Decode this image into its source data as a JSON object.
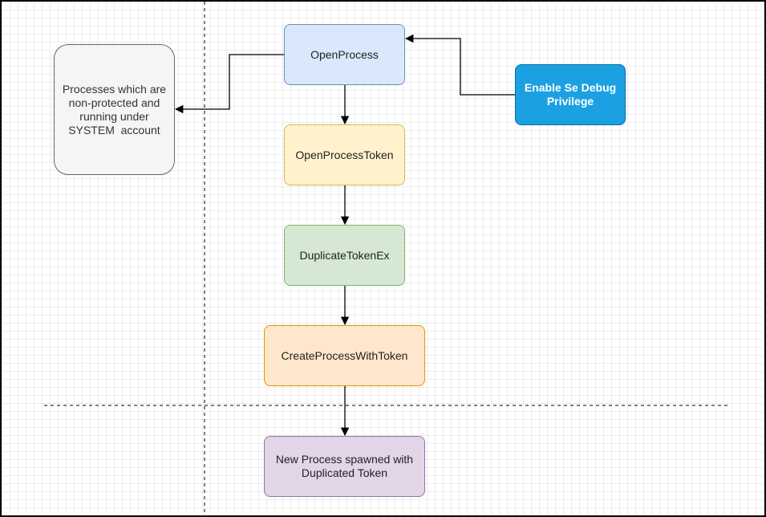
{
  "nodes": {
    "open_process": "OpenProcess",
    "open_process_token": "OpenProcessToken",
    "duplicate_token_ex": "DuplicateTokenEx",
    "create_process_with_token": "CreateProcessWithToken",
    "new_process": "New Process spawned with Duplicated Token",
    "target_processes": "Processes which are non-protected and running under SYSTEM  account",
    "enable_se_debug": "Enable Se Debug Privilege"
  },
  "colors": {
    "open_process_fill": "#dae8fc",
    "open_process_token_fill": "#fff2cc",
    "duplicate_token_ex_fill": "#d5e8d4",
    "create_process_with_token_fill": "#ffe6cc",
    "new_process_fill": "#e1d5e7",
    "target_processes_fill": "#f5f5f5",
    "enable_se_debug_fill": "#1ba1e2"
  }
}
